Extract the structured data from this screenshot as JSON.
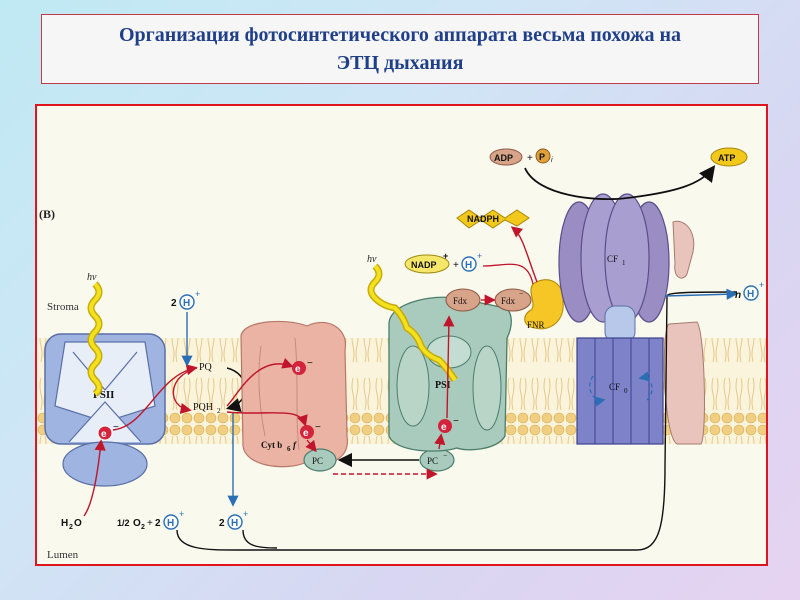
{
  "title": {
    "line1": "Организация фотосинтетического аппарата  весьма похожа на",
    "line2": "ЭТЦ  дыхания"
  },
  "figure": {
    "panel_label": "(B)",
    "stroma_label": "Stroma",
    "lumen_label": "Lumen",
    "hv": "hν",
    "psii_label": "PSII",
    "psi_label": "PSI",
    "pq_label": "PQ",
    "pqh2_label": "PQH",
    "pqh2_sub": "2",
    "cyt_label": "Cyt b",
    "cyt_sub": "6",
    "cyt_suffix": "f",
    "pc_label": "PC",
    "pc_minus_label": "PC",
    "fdx_label": "Fdx",
    "fdx_minus_label": "Fdx",
    "fnr_label": "FNR",
    "nadp_label": "NADP",
    "nadph_label": "NADPH",
    "adp_label": "ADP",
    "pi_label": "P",
    "pi_sub": "i",
    "atp_label": "ATP",
    "cf1_label": "CF",
    "cf1_sub": "1",
    "cf0_label": "CF",
    "cf0_sub": "0",
    "h_symbol": "H",
    "electron_symbol": "e",
    "plus": "+",
    "minus": "−",
    "two": "2",
    "n_label": "n",
    "h2o_label": "H",
    "h2o_sub": "2",
    "h2o_suffix": "O",
    "half": "1/2",
    "o2_label": "O",
    "o2_sub": "2"
  },
  "colors": {
    "title_text": "#1f3f8a",
    "frame_border": "#e0141e",
    "membrane": "#f2d79a",
    "psii": "#9fb4e0",
    "cyt": "#eab3a3",
    "psi": "#a9cbbd",
    "atp_synthase_cf1": "#9a8dc4",
    "atp_synthase_cf0": "#7d82c9",
    "fnr": "#f6c526",
    "electron_arrow": "#c0152a",
    "proton_arrow": "#2a6fb5",
    "light": "#f2e21e"
  }
}
